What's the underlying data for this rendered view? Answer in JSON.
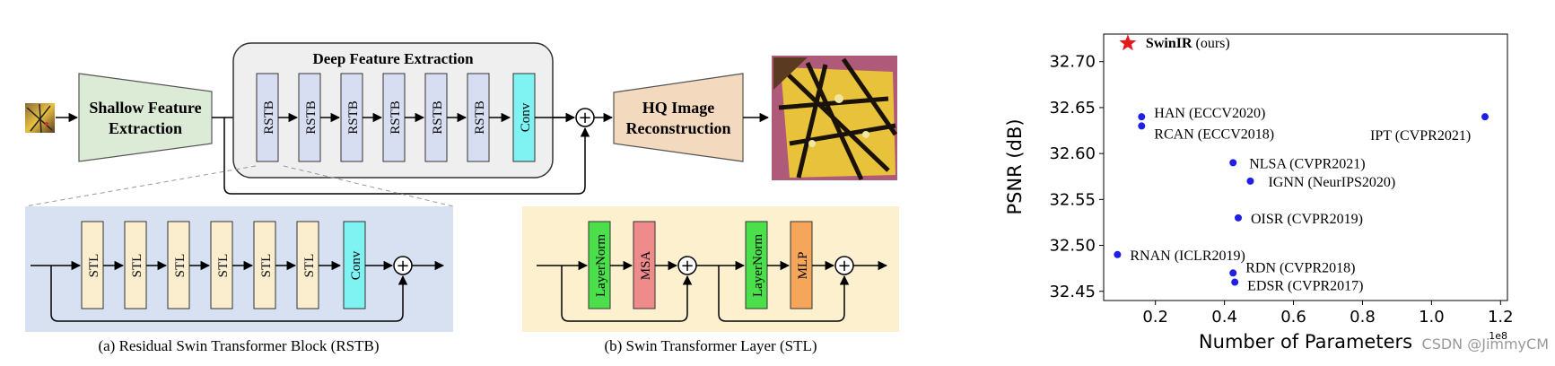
{
  "pipeline": {
    "shallow_label_1": "Shallow Feature",
    "shallow_label_2": "Extraction",
    "deep_title": "Deep Feature Extraction",
    "rstb_label": "RSTB",
    "conv_label": "Conv",
    "hq_label_1": "HQ Image",
    "hq_label_2": "Reconstruction",
    "plus": "+"
  },
  "rstb_block": {
    "stl_label": "STL",
    "conv_label": "Conv",
    "caption": "(a) Residual Swin Transformer Block (RSTB)"
  },
  "stl_block": {
    "layernorm_label": "LayerNorm",
    "msa_label": "MSA",
    "mlp_label": "MLP",
    "caption": "(b) Swin Transformer Layer (STL)"
  },
  "colors": {
    "shallow_fill": "#dcebd6",
    "deep_panel_fill": "#efefef",
    "rstb_fill": "#d8def2",
    "conv_fill": "#7ff2f2",
    "hq_fill": "#f3d9bd",
    "rstb_panel_fill": "#d7e1f2",
    "stl_fill": "#fbeecf",
    "stl_panel_fill": "#fdf0cf",
    "layernorm_fill": "#4be04b",
    "msa_fill": "#ef8b8b",
    "mlp_fill": "#f6a65a",
    "scatter_point": "#1f1fe6",
    "highlight_star": "#e41a1c"
  },
  "chart_data": {
    "type": "scatter",
    "xlabel": "Number of Parameters",
    "ylabel": "PSNR (dB)",
    "x_multiplier": "1e8",
    "xlim": [
      0.05,
      1.22
    ],
    "ylim": [
      32.44,
      32.73
    ],
    "xticks": [
      0.2,
      0.4,
      0.6,
      0.8,
      1.0,
      1.2
    ],
    "xtick_labels": [
      "0.2",
      "0.4",
      "0.6",
      "0.8",
      "1.0",
      "1.2"
    ],
    "yticks": [
      32.45,
      32.5,
      32.55,
      32.6,
      32.65,
      32.7
    ],
    "ytick_labels": [
      "32.45",
      "32.50",
      "32.55",
      "32.60",
      "32.65",
      "32.70"
    ],
    "grid": false,
    "points": [
      {
        "label": "SwinIR",
        "label_suffix": " (ours)",
        "x": 0.12,
        "y": 32.72,
        "marker": "star"
      },
      {
        "label": "HAN (ECCV2020)",
        "x": 0.16,
        "y": 32.64
      },
      {
        "label": "RCAN (ECCV2018)",
        "x": 0.16,
        "y": 32.63
      },
      {
        "label": "IPT (CVPR2021)",
        "x": 1.155,
        "y": 32.64
      },
      {
        "label": "NLSA (CVPR2021)",
        "x": 0.425,
        "y": 32.59
      },
      {
        "label": "IGNN (NeurIPS2020)",
        "x": 0.475,
        "y": 32.57
      },
      {
        "label": "OISR (CVPR2019)",
        "x": 0.44,
        "y": 32.53
      },
      {
        "label": "RNAN (ICLR2019)",
        "x": 0.09,
        "y": 32.49
      },
      {
        "label": "RDN (CVPR2018)",
        "x": 0.425,
        "y": 32.47
      },
      {
        "label": "EDSR (CVPR2017)",
        "x": 0.43,
        "y": 32.46
      }
    ]
  },
  "watermark": "CSDN @JimmyCM"
}
